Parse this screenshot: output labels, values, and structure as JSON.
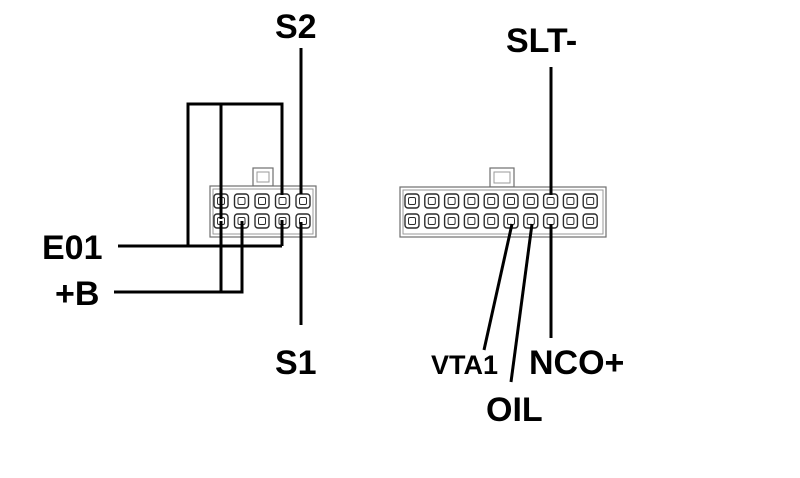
{
  "labels": {
    "s2": "S2",
    "s1": "S1",
    "e01": "E01",
    "plus_b": "+B",
    "slt_minus": "SLT-",
    "vta1": "VTA1",
    "oil": "OIL",
    "nco_plus": "NCO+"
  },
  "connectors": {
    "left": {
      "rows": 2,
      "pins_per_row": 5
    },
    "right": {
      "rows": 2,
      "pins_per_row": 10
    }
  },
  "colors": {
    "wire": "#000000",
    "housing": "#6f6f6f",
    "pin": "#2c2c2c",
    "background": "#ffffff"
  }
}
